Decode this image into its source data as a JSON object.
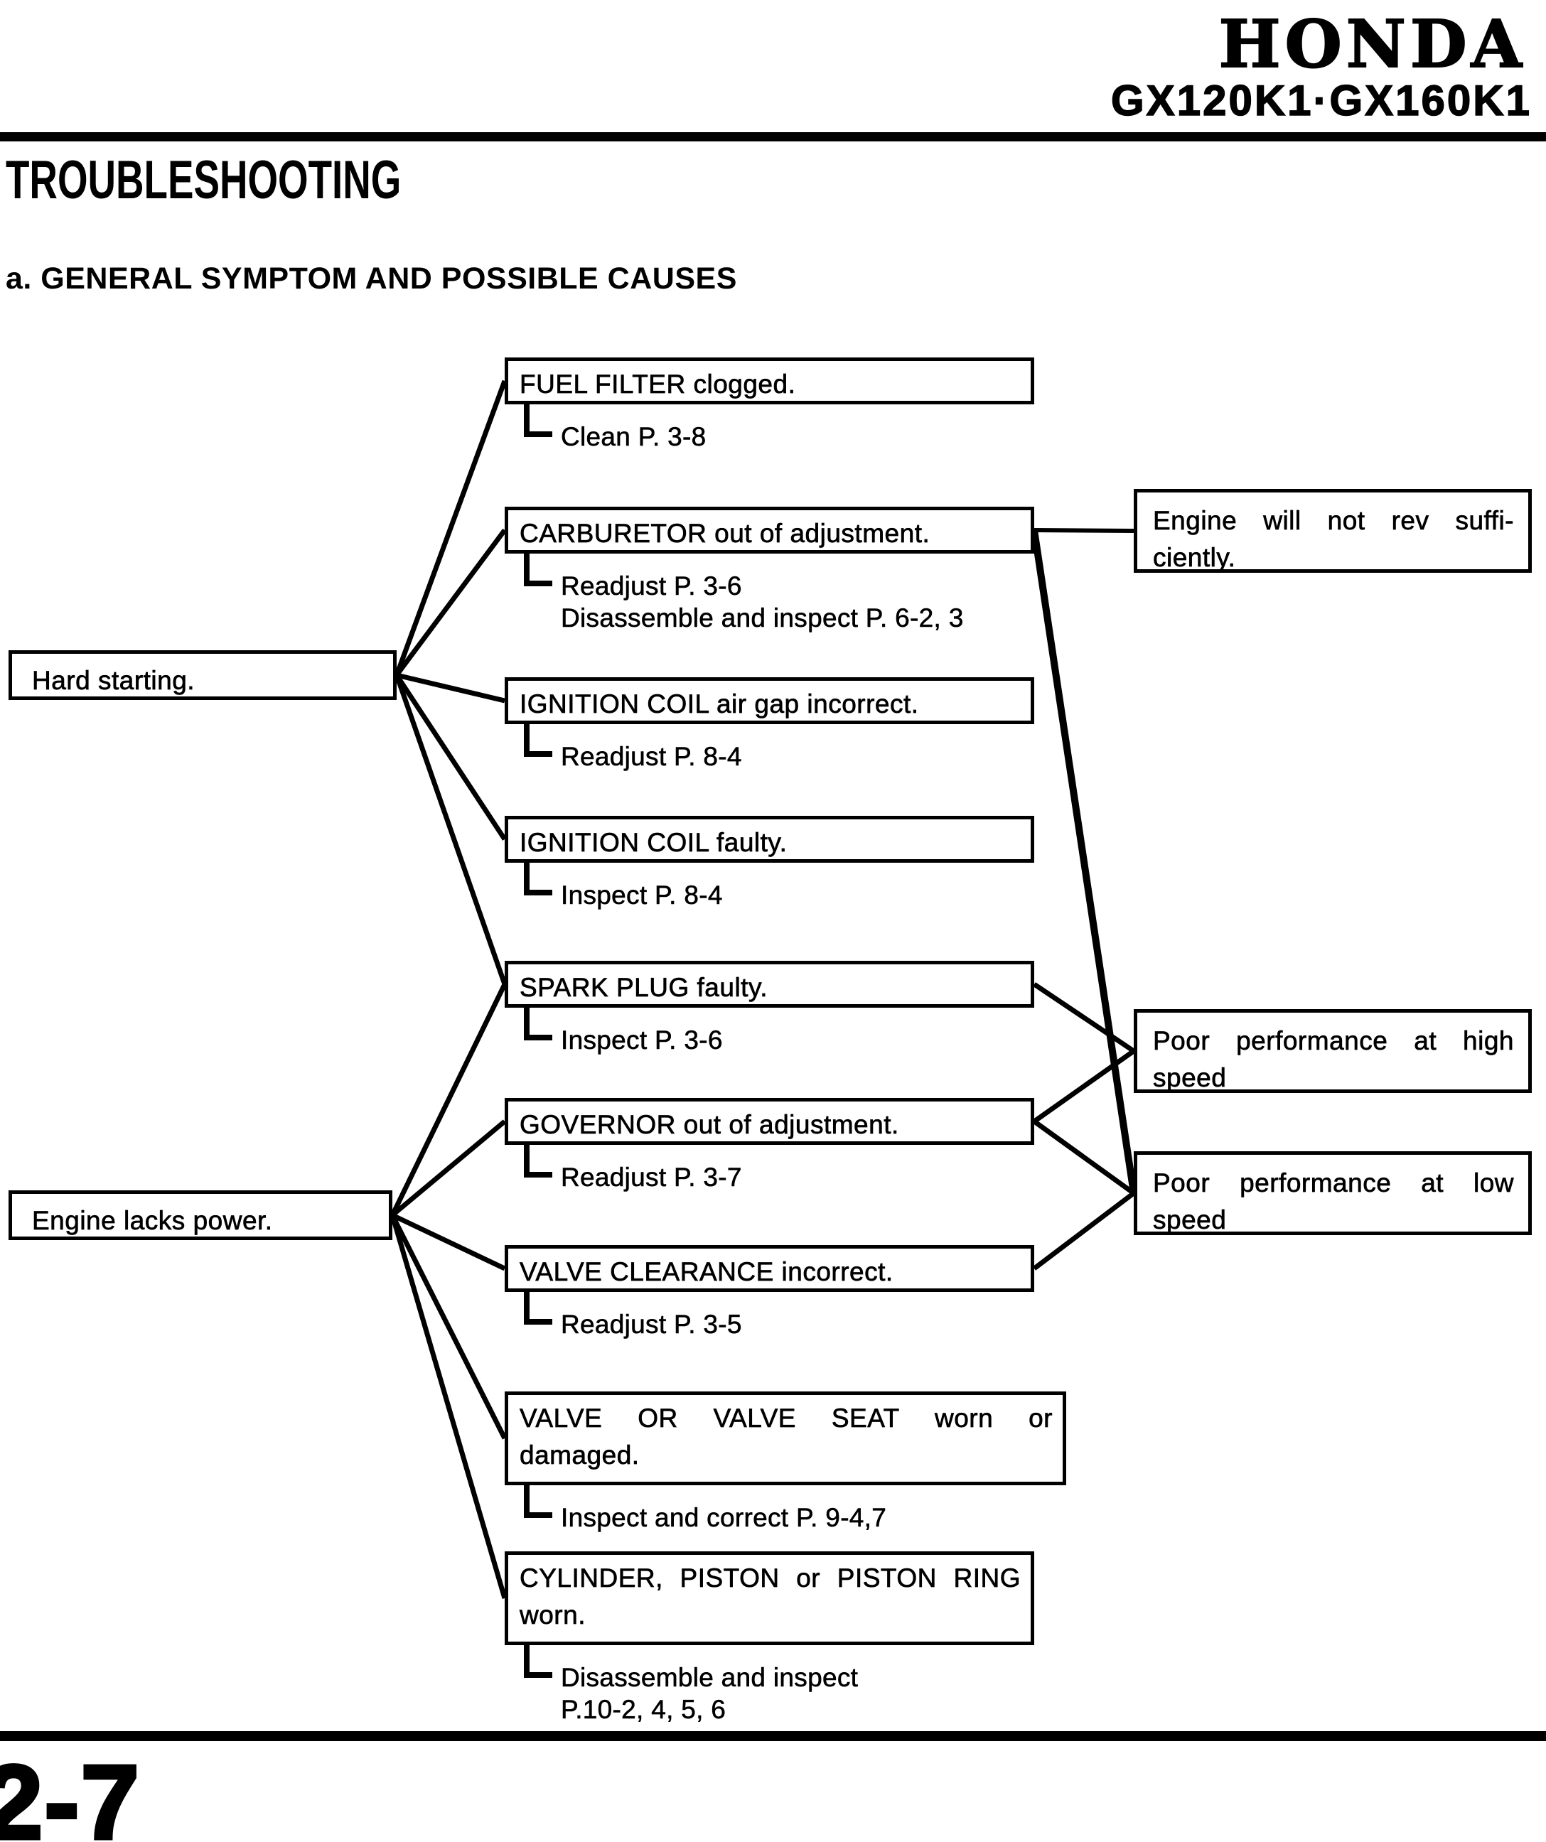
{
  "header": {
    "brand": "HONDA",
    "model": "GX120K1·GX160K1"
  },
  "page": {
    "section_title": "TROUBLESHOOTING",
    "subsection_title": "a. GENERAL SYMPTOM AND POSSIBLE CAUSES",
    "page_number": "2-7"
  },
  "diagram": {
    "symptoms": [
      {
        "id": "symptom-hard-starting",
        "label": "Hard starting."
      },
      {
        "id": "symptom-engine-lacks-power",
        "label": "Engine lacks power."
      }
    ],
    "causes": [
      {
        "id": "cause-fuel-filter",
        "lines": [
          "FUEL FILTER clogged."
        ],
        "subs": [
          "Clean P. 3-8"
        ]
      },
      {
        "id": "cause-carburetor",
        "lines": [
          "CARBURETOR out of adjustment."
        ],
        "subs": [
          "Readjust P. 3-6",
          "Disassemble and inspect P. 6-2, 3"
        ]
      },
      {
        "id": "cause-ignition-coil-air-gap",
        "lines": [
          "IGNITION COIL air gap incorrect."
        ],
        "subs": [
          "Readjust P. 8-4"
        ]
      },
      {
        "id": "cause-ignition-coil-faulty",
        "lines": [
          "IGNITION COIL faulty."
        ],
        "subs": [
          "Inspect P. 8-4"
        ]
      },
      {
        "id": "cause-spark-plug",
        "lines": [
          "SPARK PLUG faulty."
        ],
        "subs": [
          "Inspect P. 3-6"
        ]
      },
      {
        "id": "cause-governor",
        "lines": [
          "GOVERNOR out of adjustment."
        ],
        "subs": [
          "Readjust P. 3-7"
        ]
      },
      {
        "id": "cause-valve-clearance",
        "lines": [
          "VALVE CLEARANCE incorrect."
        ],
        "subs": [
          "Readjust P. 3-5"
        ]
      },
      {
        "id": "cause-valve-seat",
        "lines": [
          "VALVE OR VALVE SEAT worn or",
          "damaged."
        ],
        "subs": [
          "Inspect and correct P. 9-4,7"
        ]
      },
      {
        "id": "cause-cylinder",
        "lines": [
          "CYLINDER, PISTON or PISTON RING",
          "worn."
        ],
        "subs": [
          "Disassemble and inspect",
          "P.10-2, 4, 5, 6"
        ]
      }
    ],
    "results": [
      {
        "id": "result-no-rev",
        "lines": [
          "Engine will not rev suffi-",
          "ciently."
        ]
      },
      {
        "id": "result-poor-high",
        "lines": [
          "Poor performance at high",
          "speed"
        ]
      },
      {
        "id": "result-poor-low",
        "lines": [
          "Poor performance at low",
          "speed"
        ]
      }
    ],
    "edges": [
      {
        "from": "symptom-hard-starting",
        "to": "cause-fuel-filter",
        "w": 7
      },
      {
        "from": "symptom-hard-starting",
        "to": "cause-carburetor",
        "w": 7
      },
      {
        "from": "symptom-hard-starting",
        "to": "cause-ignition-coil-air-gap",
        "w": 7
      },
      {
        "from": "symptom-hard-starting",
        "to": "cause-ignition-coil-faulty",
        "w": 7
      },
      {
        "from": "symptom-hard-starting",
        "to": "cause-spark-plug",
        "w": 7
      },
      {
        "from": "symptom-engine-lacks-power",
        "to": "cause-spark-plug",
        "w": 7
      },
      {
        "from": "symptom-engine-lacks-power",
        "to": "cause-governor",
        "w": 7
      },
      {
        "from": "symptom-engine-lacks-power",
        "to": "cause-valve-clearance",
        "w": 7
      },
      {
        "from": "symptom-engine-lacks-power",
        "to": "cause-valve-seat",
        "w": 7
      },
      {
        "from": "symptom-engine-lacks-power",
        "to": "cause-cylinder",
        "w": 7
      },
      {
        "from": "cause-carburetor",
        "to": "result-no-rev",
        "w": 6
      },
      {
        "from": "cause-carburetor",
        "to": "result-poor-low",
        "w": 10
      },
      {
        "from": "cause-spark-plug",
        "to": "result-poor-high",
        "w": 7
      },
      {
        "from": "cause-governor",
        "to": "result-poor-high",
        "w": 7
      },
      {
        "from": "cause-governor",
        "to": "result-poor-low",
        "w": 7
      },
      {
        "from": "cause-valve-clearance",
        "to": "result-poor-low",
        "w": 7
      }
    ]
  }
}
